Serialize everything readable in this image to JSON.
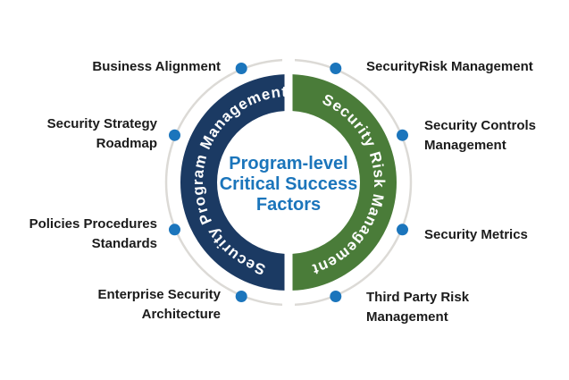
{
  "diagram": {
    "center": {
      "lines": [
        "Program-level",
        "Critical Success",
        "Factors"
      ],
      "color": "#1b75bb"
    },
    "ring": {
      "left_half": {
        "label": "Security Program Management",
        "color": "#1b3a63"
      },
      "right_half": {
        "label": "Security Risk Management",
        "color": "#4a7c39"
      }
    },
    "dot_color": "#1b75bc",
    "outer_ring_color": "#dcdad6",
    "labels": {
      "top_left": {
        "lines": [
          "Business Alignment"
        ]
      },
      "top_right": {
        "lines": [
          "SecurityRisk Management"
        ]
      },
      "upper_left": {
        "lines": [
          "Security Strategy",
          "Roadmap"
        ]
      },
      "upper_right": {
        "lines": [
          "Security Controls",
          "Management"
        ]
      },
      "lower_left": {
        "lines": [
          "Policies Procedures",
          "Standards"
        ]
      },
      "lower_right": {
        "lines": [
          "Security Metrics"
        ]
      },
      "bottom_left": {
        "lines": [
          "Enterprise Security",
          "Architecture"
        ]
      },
      "bottom_right": {
        "lines": [
          "Third Party Risk",
          "Management"
        ]
      }
    }
  }
}
